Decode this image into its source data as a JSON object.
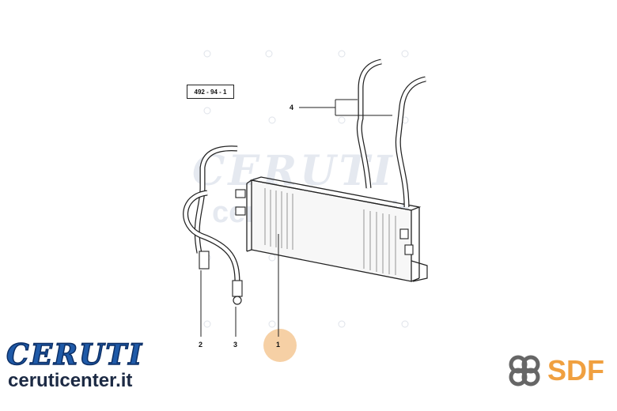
{
  "diagram": {
    "ref_code": "492 - 94 - 1",
    "callouts": [
      "1",
      "2",
      "3",
      "4"
    ],
    "highlight_color": "#f6cda0",
    "part_line_color": "#222222"
  },
  "watermark": {
    "brand": "CERUTI",
    "url": "ceruticenter.it"
  },
  "branding": {
    "ceruti_logo_text": "CERUTI",
    "ceruti_url": "ceruticenter.it",
    "ceruti_color": "#1f5aa8",
    "sdf_text": "SDF",
    "sdf_color": "#f0a040",
    "sdf_icon": "sdf-knot-icon"
  }
}
